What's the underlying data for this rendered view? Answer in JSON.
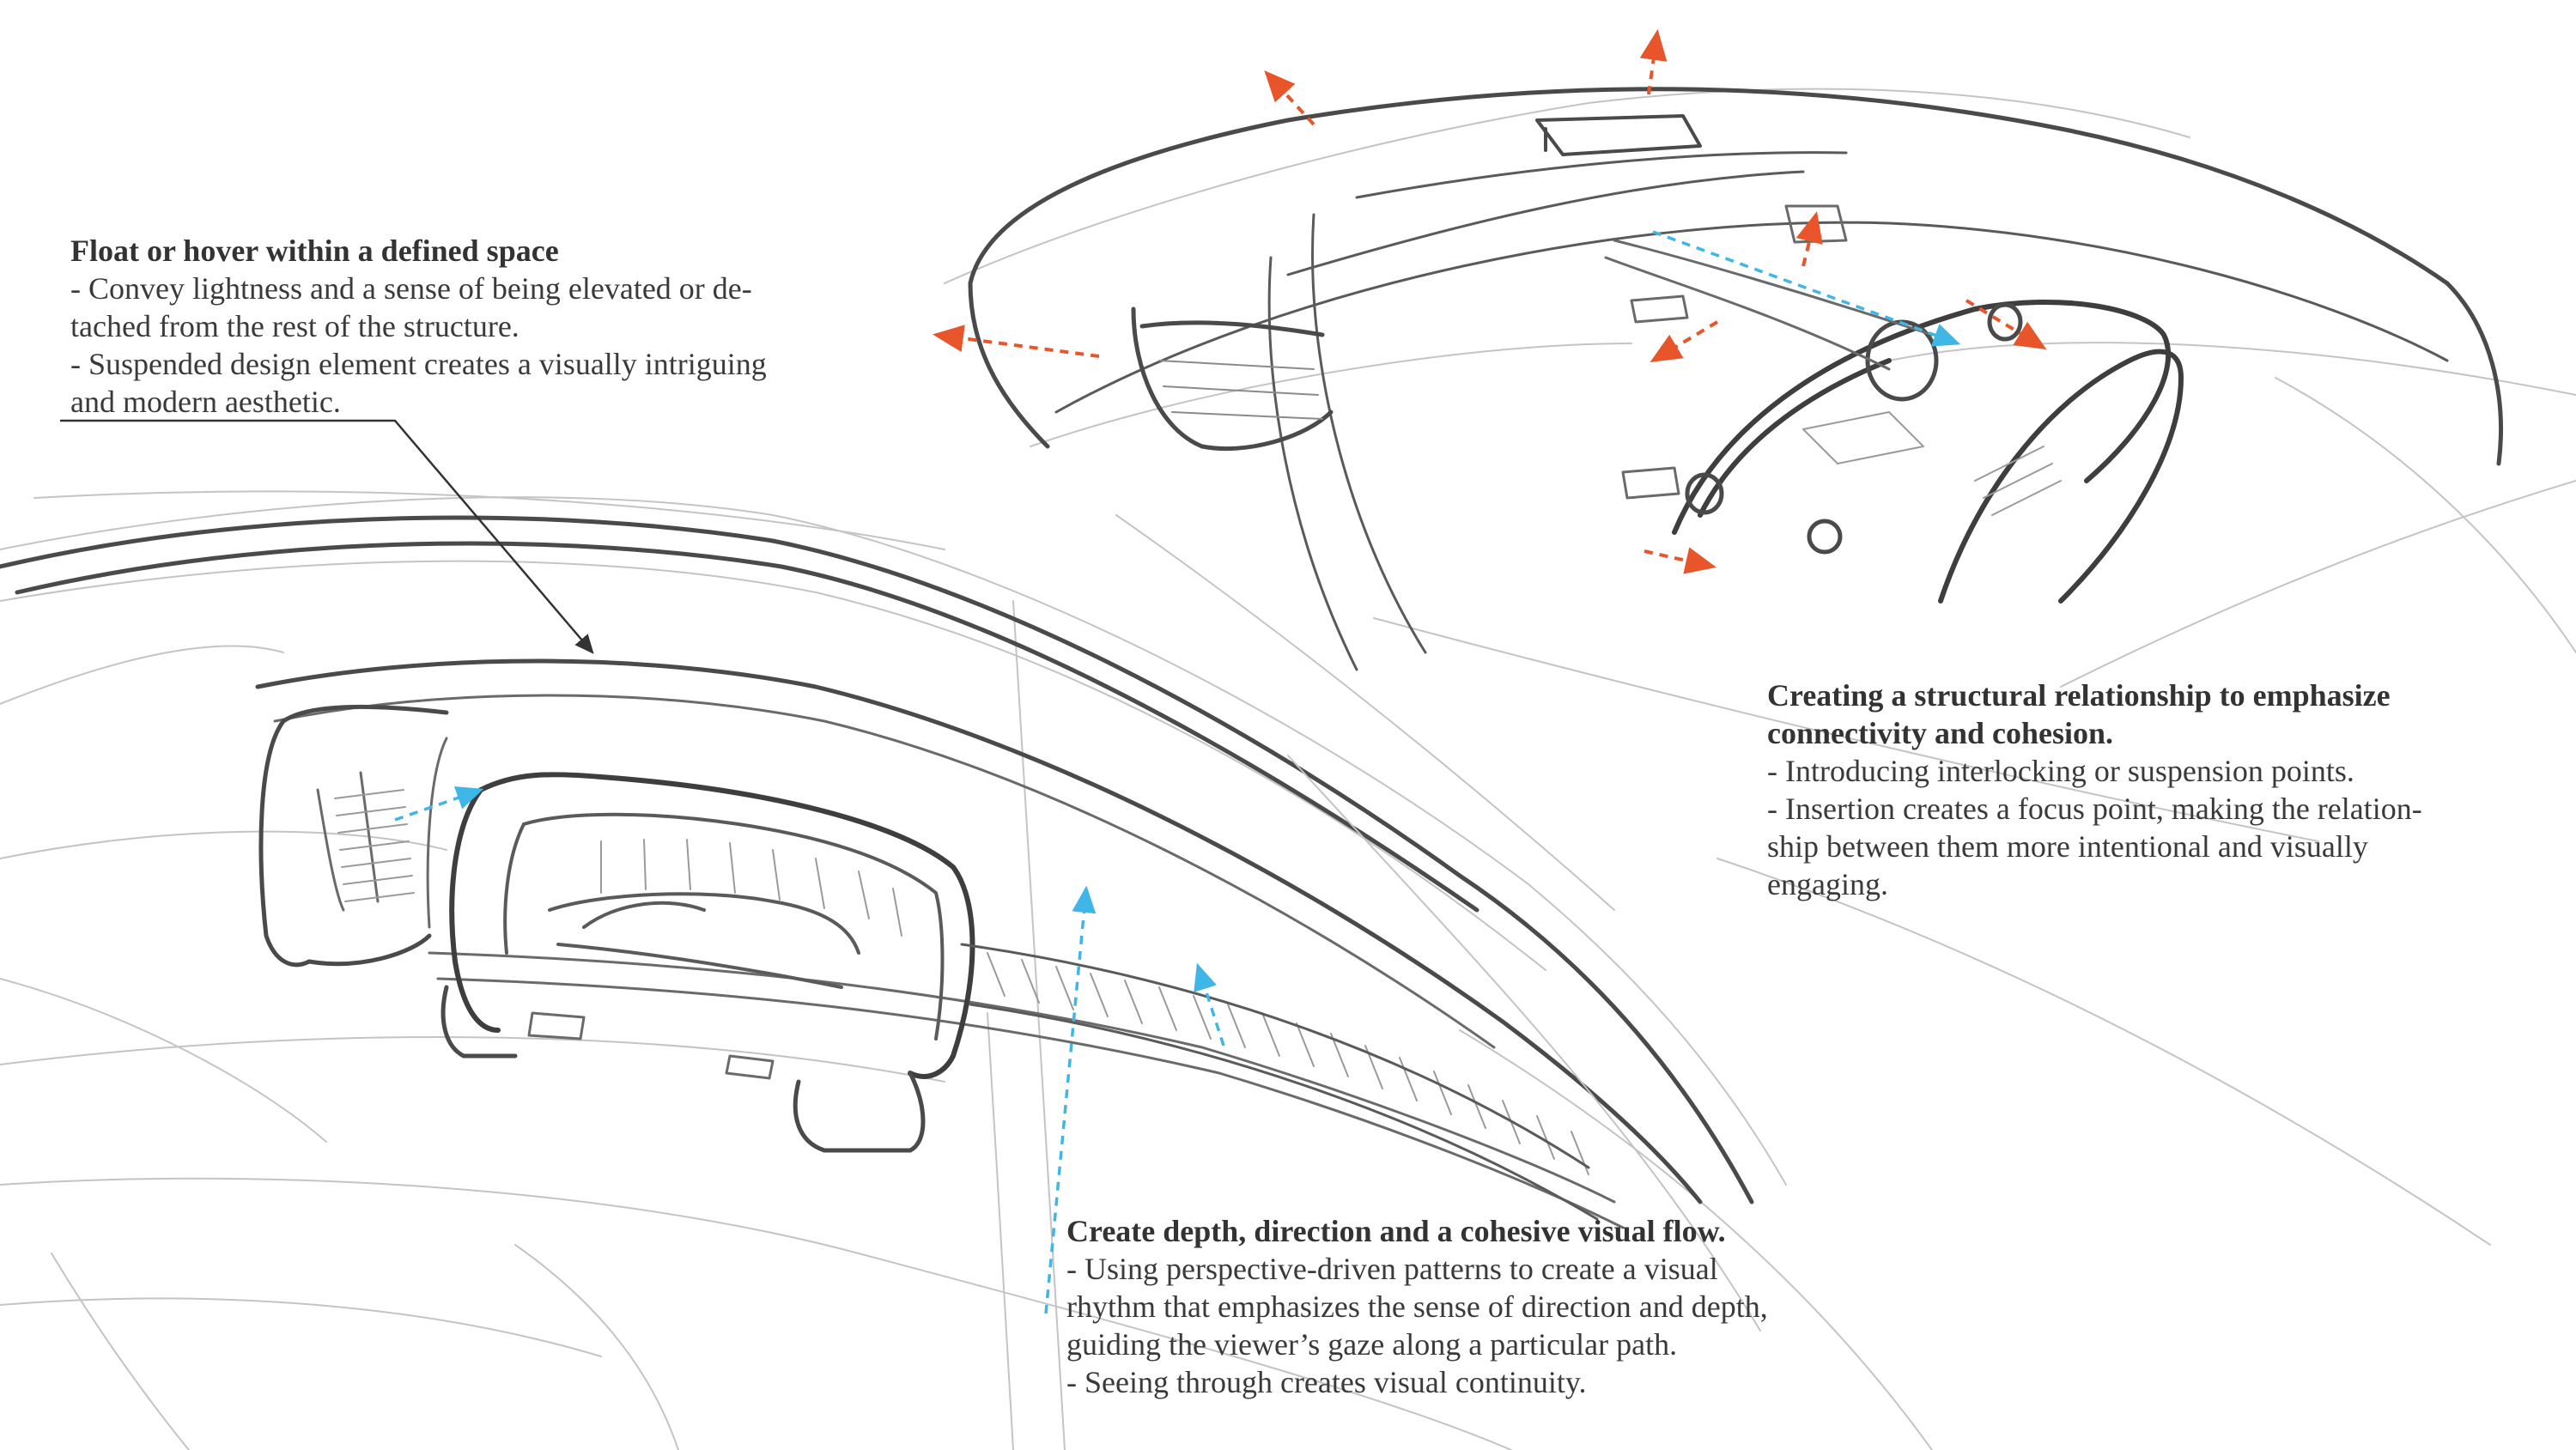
{
  "annotations": {
    "float": {
      "title": "Float or hover within a defined space",
      "bullets": [
        {
          "line1": "- Convey lightness and a sense of being elevated or de-",
          "line2": "tached from the rest of the structure."
        },
        {
          "line1": "- Suspended design element creates a visually intriguing",
          "line2": "and modern aesthetic."
        }
      ]
    },
    "structural": {
      "title_line1": "Creating a structural relationship to emphasize",
      "title_line2": "connectivity and cohesion.",
      "bullets": [
        {
          "line1": "- Introducing interlocking or suspension points."
        },
        {
          "line1": "- Insertion creates a focus point, making the relation-",
          "line2": "ship between them more intentional and visually",
          "line3": "engaging."
        }
      ]
    },
    "depth": {
      "title": "Create depth, direction and a cohesive visual flow.",
      "bullets": [
        {
          "line1": "- Using perspective-driven patterns to create a visual",
          "line2": "rhythm that emphasizes the sense of direction and depth,",
          "line3": "guiding the viewer’s gaze along a particular path."
        },
        {
          "line1": "- Seeing through creates visual continuity."
        }
      ]
    }
  },
  "colors": {
    "ink": "#4a4a4a",
    "sketch_light": "#b5b5b5",
    "arrow_orange": "#e8552a",
    "arrow_blue": "#3fb6e6",
    "text": "#3a3a3a"
  }
}
